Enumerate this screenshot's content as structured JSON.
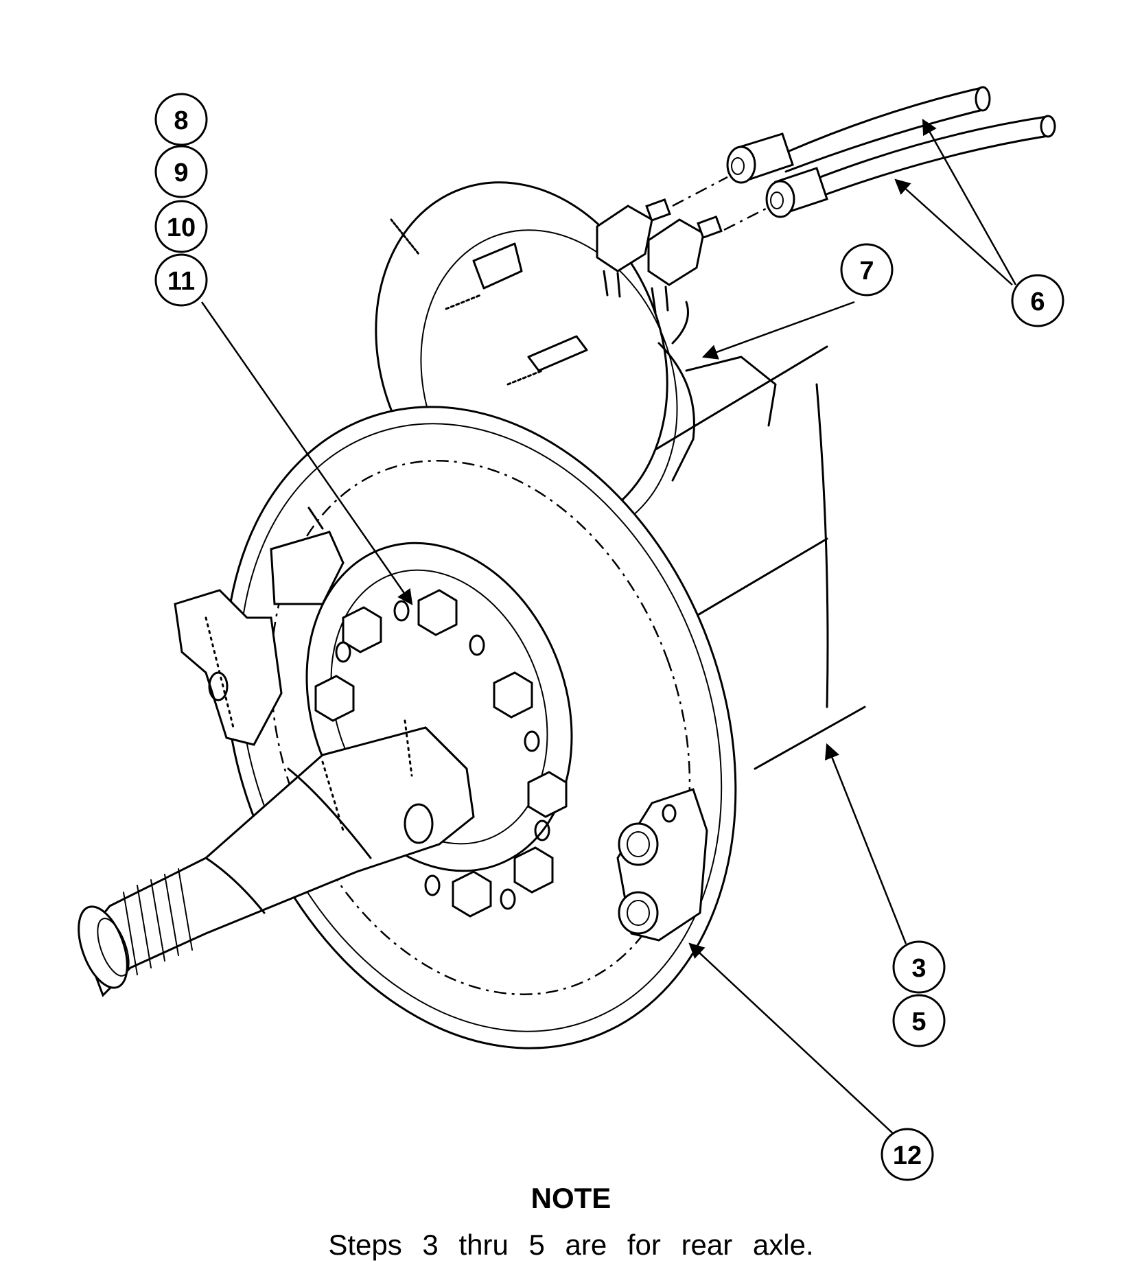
{
  "callouts": {
    "c8": "8",
    "c9": "9",
    "c10": "10",
    "c11": "11",
    "c7": "7",
    "c6": "6",
    "c3": "3",
    "c5": "5",
    "c12": "12"
  },
  "note": {
    "heading": "NOTE",
    "text": "Steps 3 thru 5 are for rear axle."
  }
}
